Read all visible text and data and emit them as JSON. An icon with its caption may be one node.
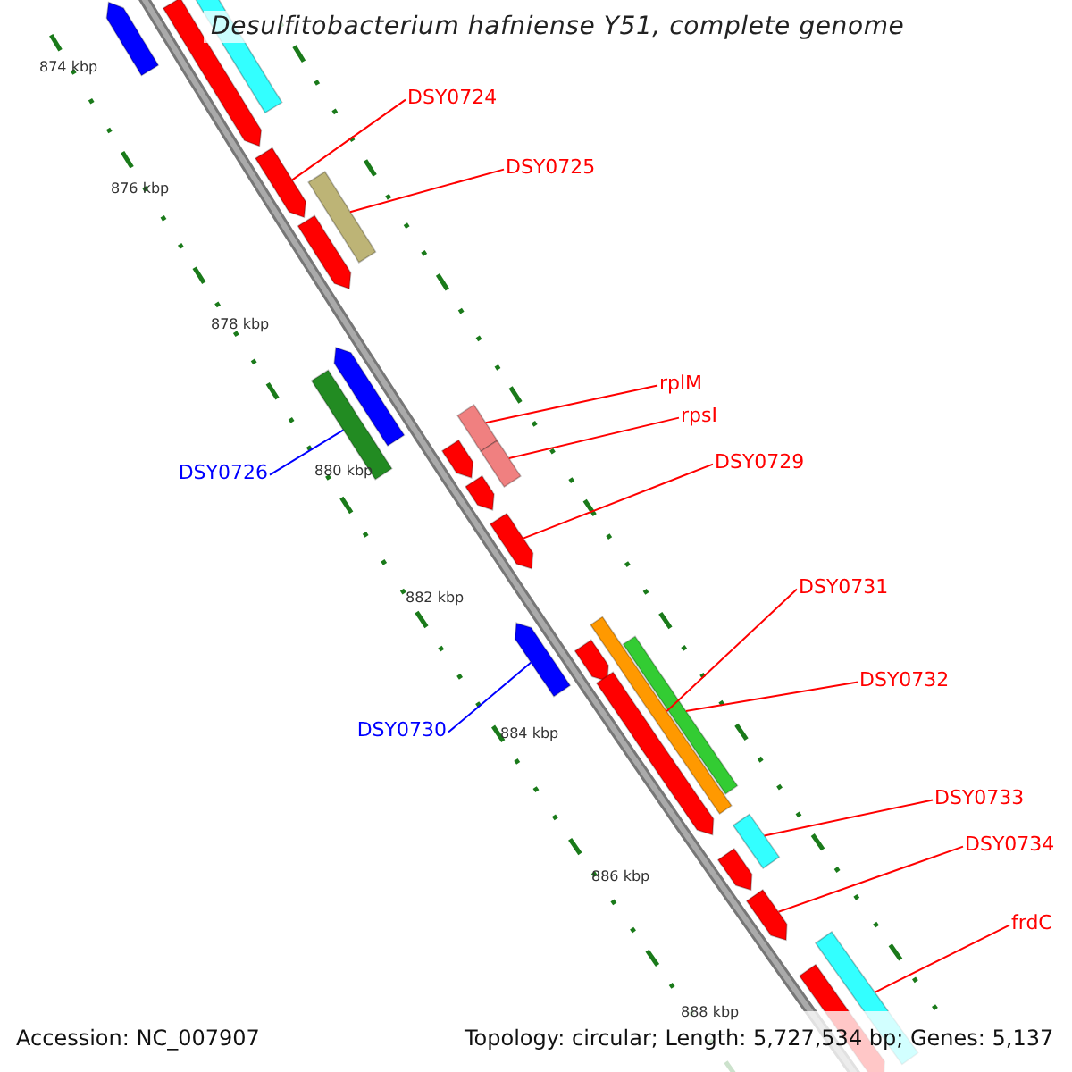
{
  "diagram": {
    "title": "Desulfitobacterium hafniense Y51, complete genome",
    "nodes": [
      {
        "text": [
          "DSY0724"
        ]
      },
      {
        "text": [
          "DSY0725"
        ]
      },
      {
        "text": [
          "DSY0726"
        ]
      },
      {
        "text": [
          "rplM"
        ]
      },
      {
        "text": [
          "rpsI"
        ]
      },
      {
        "text": [
          "DSY0729"
        ]
      },
      {
        "text": [
          "DSY0730"
        ]
      },
      {
        "text": [
          "DSY0731"
        ]
      },
      {
        "text": [
          "DSY0732"
        ]
      },
      {
        "text": [
          "DSY0733"
        ]
      },
      {
        "text": [
          "DSY0734"
        ]
      },
      {
        "text": [
          "frdC"
        ]
      },
      {
        "text": [],
        "shape": "arrow"
      },
      {
        "text": [],
        "shape": "arrow"
      },
      {
        "text": [],
        "shape": "bar"
      },
      {
        "text": [],
        "shape": "arrow"
      },
      {
        "text": [],
        "shape": "arrow"
      },
      {
        "text": [],
        "shape": "bar"
      },
      {
        "text": [],
        "shape": "bar"
      },
      {
        "text": [],
        "shape": "arrow"
      },
      {
        "text": [],
        "shape": "arrow"
      },
      {
        "text": [],
        "shape": "arrow"
      },
      {
        "text": [],
        "shape": "bar"
      },
      {
        "text": [],
        "shape": "bar"
      },
      {
        "text": [],
        "shape": "arrow"
      },
      {
        "text": [],
        "shape": "arrow"
      },
      {
        "text": [],
        "shape": "arrow"
      },
      {
        "text": [],
        "shape": "arrow"
      },
      {
        "text": [],
        "shape": "bar"
      },
      {
        "text": [],
        "shape": "bar"
      },
      {
        "text": [],
        "shape": "arrow"
      },
      {
        "text": [],
        "shape": "bar"
      },
      {
        "text": [],
        "shape": "arrow"
      },
      {
        "text": [],
        "shape": "arrow"
      },
      {
        "text": [],
        "shape": "bar"
      }
    ],
    "edges": [
      {
        "from": 0,
        "to": 15,
        "arrow": "none"
      },
      {
        "from": 1,
        "to": 17,
        "arrow": "none"
      },
      {
        "from": 2,
        "to": 18,
        "arrow": "none",
        "color": "#0000ff"
      },
      {
        "from": 3,
        "to": 22,
        "arrow": "none"
      },
      {
        "from": 4,
        "to": 23,
        "arrow": "none"
      },
      {
        "from": 5,
        "to": 24,
        "arrow": "none"
      },
      {
        "from": 6,
        "to": 25,
        "arrow": "none",
        "color": "#0000ff"
      },
      {
        "from": 7,
        "to": 28,
        "arrow": "none"
      },
      {
        "from": 8,
        "to": 29,
        "arrow": "none"
      },
      {
        "from": 9,
        "to": 31,
        "arrow": "none"
      },
      {
        "from": 10,
        "to": 32,
        "arrow": "none"
      },
      {
        "from": 11,
        "to": 34,
        "arrow": "none"
      }
    ],
    "labels": [
      "874 kbp",
      "876 kbp",
      "878 kbp",
      "880 kbp",
      "882 kbp",
      "884 kbp",
      "886 kbp",
      "888 kbp",
      "Accession: NC_007907",
      "Topology: circular; Length: 5,727,534 bp; Genes: 5,137"
    ]
  }
}
